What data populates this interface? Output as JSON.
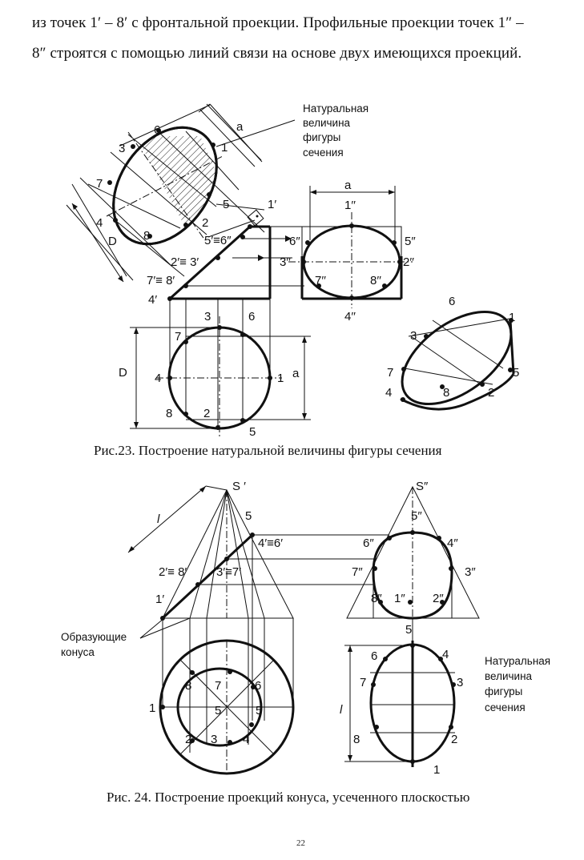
{
  "text": {
    "line1": "из точек 1′ – 8′ с  фронтальной проекции. Профильные проекции точек 1″ –",
    "line2": "8″ строятся с помощью линий связи на основе двух имеющихся проекций."
  },
  "figure23": {
    "caption": "Рис.23. Построение натуральной величины фигуры сечения",
    "note": [
      "Натуральная",
      "величина",
      "фигуры",
      "сечения"
    ],
    "dim_a": "a",
    "dim_D": "D",
    "labels": {
      "n6": "6",
      "n3": "3",
      "n1": "1",
      "n7": "7",
      "n4": "4",
      "n5": "5",
      "n2": "2",
      "n8": "8",
      "p1": "1′",
      "p56": "5′≡6″",
      "p23": "2′≡ 3′",
      "p78": "7′≡ 8′",
      "p4": "4′",
      "s1": "1′′",
      "s6": "6″",
      "s5": "5″",
      "s3": "3′′",
      "s2": "2′′",
      "s7": "7′′",
      "s8": "8′′",
      "s4": "4′′",
      "c3": "3",
      "c6": "6",
      "c7": "7",
      "c4": "4",
      "c1": "1",
      "c8": "8",
      "c2": "2",
      "c5": "5",
      "e6": "6",
      "e1": "1",
      "e3": "3",
      "e7": "7",
      "e5": "5",
      "e4": "4",
      "e8": "8",
      "e2": "2"
    }
  },
  "figure24": {
    "caption": "Рис. 24. Построение проекций конуса, усеченного плоскостью",
    "note_right": [
      "Натуральная",
      "величина",
      "фигуры",
      "сечения"
    ],
    "note_left": [
      "Образующие",
      "конуса"
    ],
    "dim_l": "l",
    "labels": {
      "S1": "S ′",
      "S2": "S″",
      "f5": "5",
      "f46": "4′≡6′",
      "f28": "2′≡ 8′",
      "f37": "3′≡7′",
      "f1": "1′",
      "r5": "5″",
      "r6": "6″",
      "r4": "4″",
      "r7": "7″",
      "r3": "3″",
      "r8": "8″",
      "r1": "1″",
      "r2": "2″",
      "r5b": "5",
      "t8": "8",
      "t7": "7",
      "t6": "6",
      "t1": "1",
      "t5c": "5",
      "t5": "5",
      "t2": "2",
      "t3": "3",
      "t4": "4",
      "n6": "6",
      "n4": "4",
      "n7": "7",
      "n3": "3",
      "n8": "8",
      "n2": "2",
      "n1": "1",
      "n5": "5"
    }
  },
  "page_number": "22",
  "colors": {
    "ink": "#111111",
    "paper": "#ffffff"
  }
}
